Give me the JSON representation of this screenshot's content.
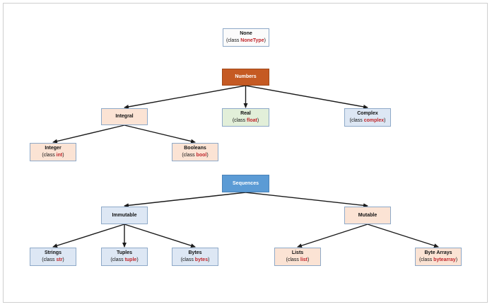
{
  "nodes": {
    "none": {
      "title": "None",
      "class_prefix": "(class ",
      "class_name": "NoneType",
      "class_suffix": ")"
    },
    "numbers": {
      "title": "Numbers"
    },
    "integral": {
      "title": "Integral"
    },
    "real": {
      "title": "Real",
      "class_prefix": "(class ",
      "class_name": "float",
      "class_suffix": ")"
    },
    "complex": {
      "title": "Complex",
      "class_prefix": "(class ",
      "class_name": "complex",
      "class_suffix": ")"
    },
    "integer": {
      "title": "Integer",
      "class_prefix": "(class ",
      "class_name": "int",
      "class_suffix": ")"
    },
    "booleans": {
      "title": "Booleans",
      "class_prefix": "(class ",
      "class_name": "bool",
      "class_suffix": ")"
    },
    "sequences": {
      "title": "Sequences"
    },
    "immutable": {
      "title": "Immutable"
    },
    "mutable": {
      "title": "Mutable"
    },
    "strings": {
      "title": "Strings",
      "class_prefix": "(class ",
      "class_name": "str",
      "class_suffix": ")"
    },
    "tuples": {
      "title": "Tuples",
      "class_prefix": "(class ",
      "class_name": "tuple",
      "class_suffix": ")"
    },
    "bytes": {
      "title": "Bytes",
      "class_prefix": "(class ",
      "class_name": "bytes",
      "class_suffix": ")"
    },
    "lists": {
      "title": "Lists",
      "class_prefix": "(class ",
      "class_name": "list",
      "class_suffix": ")"
    },
    "bytearrays": {
      "title": "Byte Arrays",
      "class_prefix": "(class ",
      "class_name": "bytearray",
      "class_suffix": ")"
    }
  },
  "edges": [
    [
      "numbers",
      "integral"
    ],
    [
      "numbers",
      "real"
    ],
    [
      "numbers",
      "complex"
    ],
    [
      "integral",
      "integer"
    ],
    [
      "integral",
      "booleans"
    ],
    [
      "sequences",
      "immutable"
    ],
    [
      "sequences",
      "mutable"
    ],
    [
      "immutable",
      "strings"
    ],
    [
      "immutable",
      "tuples"
    ],
    [
      "immutable",
      "bytes"
    ],
    [
      "mutable",
      "lists"
    ],
    [
      "mutable",
      "bytearrays"
    ]
  ],
  "colors": {
    "peach": "#fbe3d4",
    "green": "#e2efd9",
    "blue": "#dde7f4",
    "numbers_fill": "#c55a23",
    "sequences_fill": "#5b9bd5",
    "class_text": "#c0262b",
    "edge": "#1a1a1a"
  }
}
